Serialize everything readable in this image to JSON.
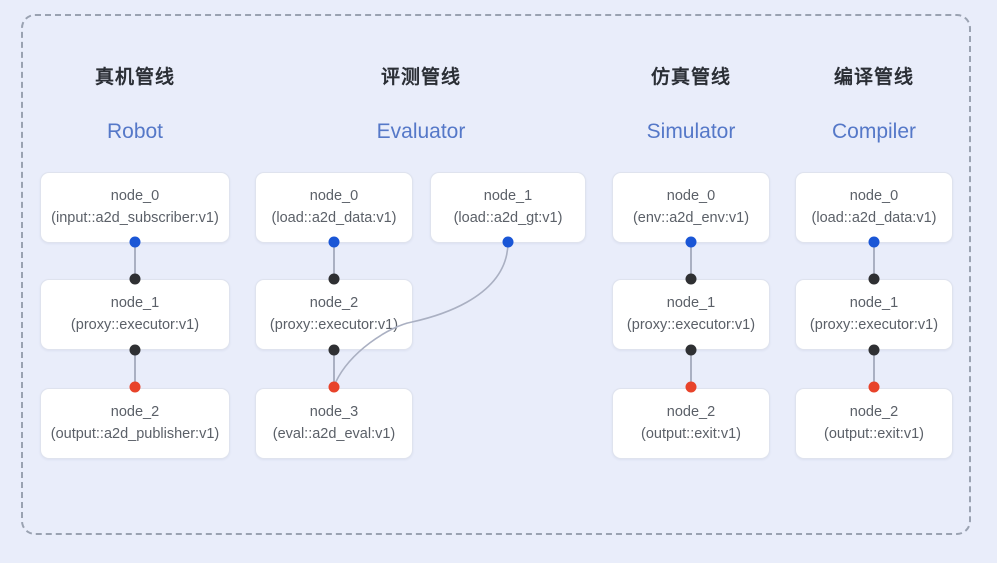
{
  "theme": {
    "background": "#e9edfa",
    "frame_border": "#9aa2b1",
    "node_background": "#ffffff",
    "node_border": "#dfe3ee",
    "node_text": "#5b6068",
    "header_cn_color": "#2b2f36",
    "header_en_color": "#5578c8",
    "port_input_color": "#1a56d6",
    "port_middle_color": "#2f3033",
    "port_output_color": "#e8432a",
    "link_color": "#aab0c2"
  },
  "columns": [
    {
      "title_cn": "真机管线",
      "title_en": "Robot",
      "nodes": [
        {
          "name": "node_0",
          "sig": "(input::a2d_subscriber:v1)"
        },
        {
          "name": "node_1",
          "sig": "(proxy::executor:v1)"
        },
        {
          "name": "node_2",
          "sig": "(output::a2d_publisher:v1)"
        }
      ]
    },
    {
      "title_cn": "评测管线",
      "title_en": "Evaluator",
      "nodes": [
        {
          "name": "node_0",
          "sig": "(load::a2d_data:v1)"
        },
        {
          "name": "node_1",
          "sig": "(load::a2d_gt:v1)"
        },
        {
          "name": "node_2",
          "sig": "(proxy::executor:v1)"
        },
        {
          "name": "node_3",
          "sig": "(eval::a2d_eval:v1)"
        }
      ]
    },
    {
      "title_cn": "仿真管线",
      "title_en": "Simulator",
      "nodes": [
        {
          "name": "node_0",
          "sig": "(env::a2d_env:v1)"
        },
        {
          "name": "node_1",
          "sig": "(proxy::executor:v1)"
        },
        {
          "name": "node_2",
          "sig": "(output::exit:v1)"
        }
      ]
    },
    {
      "title_cn": "编译管线",
      "title_en": "Compiler",
      "nodes": [
        {
          "name": "node_0",
          "sig": "(load::a2d_data:v1)"
        },
        {
          "name": "node_1",
          "sig": "(proxy::executor:v1)"
        },
        {
          "name": "node_2",
          "sig": "(output::exit:v1)"
        }
      ]
    }
  ]
}
